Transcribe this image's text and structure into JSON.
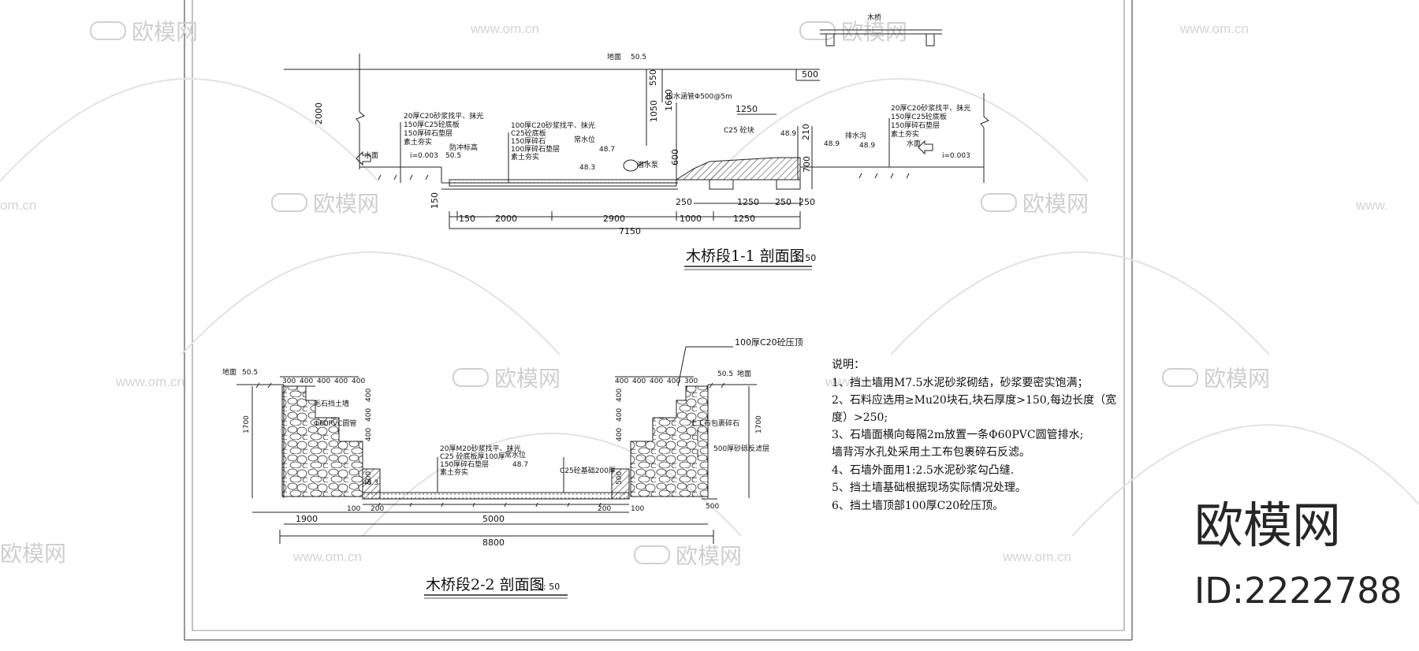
{
  "section1": {
    "title": "木桥段1-1 剖面图",
    "scale": "1: 50",
    "elevations": {
      "ground": "50.5",
      "left_road": "50.5",
      "bottom": "48.3",
      "waterline": "48.7",
      "right_top": "48.9",
      "right_road": "48.9",
      "right_bank": "48.9"
    },
    "labels": {
      "ground": "地面",
      "left_flow": "水面",
      "right_flow": "水面",
      "slope_left": "i=0.003",
      "slope_right": "i=0.003",
      "pipe": "出水涵管Φ500@5m",
      "c25": "C25 砼块",
      "waterlevel": "常水位",
      "drain": "排水沟",
      "guide": "防冲标高",
      "pump": "潜水泵",
      "left_notes": [
        "20厚C20砂浆找平、抹光",
        "150厚C25砼底板",
        "150厚碎石垫层",
        "素土夯实"
      ],
      "mid_notes": [
        "100厚C20砂浆找平、抹光",
        "C25砼底板",
        "150厚碎石",
        "100厚碎石垫层",
        "素土夯实"
      ],
      "right_notes": [
        "20厚C20砂浆找平、抹光",
        "150厚C25砼底板",
        "150厚碎石垫层",
        "素土夯实"
      ]
    },
    "dims": {
      "v2000": "2000",
      "v550": "550",
      "v1050": "1050",
      "v1600": "1600",
      "v600": "600",
      "v700": "700",
      "v210": "210",
      "v150": "150",
      "d500": "500",
      "d1250top": "1250",
      "b150": "150",
      "b2000": "2000",
      "b2900": "2900",
      "b1000": "1000",
      "b1250": "1250",
      "b250a": "250",
      "b1250m": "1250",
      "b250b": "250",
      "b250c": "250",
      "total": "7150"
    }
  },
  "section2": {
    "title": "木桥段2-2 剖面图",
    "scale": "1: 50",
    "elevations": {
      "left": "50.5",
      "right": "50.5",
      "bottom": "48.3",
      "water": "48.7"
    },
    "labels": {
      "ground_left": "地面",
      "ground_right": "地面",
      "cap": "100厚C20砼压顶",
      "stone_wall": "毛石挡土墙",
      "pvc": "Φ60PVC圆管",
      "geotex": "土工布包裹碎石",
      "filter": "500厚砂砾反滤层",
      "waterlevel": "常水位",
      "c25base": "C25砼基础200厚",
      "center_notes": [
        "20厚M20砂浆找平、抹光",
        "C25 砼底板厚100厚",
        "150厚碎石垫层",
        "素土夯实"
      ]
    },
    "dims": {
      "top_left": [
        "300",
        "400",
        "400",
        "400",
        "400"
      ],
      "top_right": [
        "400",
        "400",
        "400",
        "400",
        "300"
      ],
      "v400a": "400",
      "v400b": "400",
      "v400c": "400",
      "v500": "500",
      "v1700": "1700",
      "v400r1": "400",
      "v400r2": "400",
      "v400r3": "400",
      "v500r": "500",
      "v1700r": "1700",
      "b100l": "100",
      "b200l": "200",
      "b200r": "200",
      "b100r": "100",
      "d500r": "500",
      "b1900": "1900",
      "b5000": "5000",
      "total": "8800"
    }
  },
  "notes": {
    "title": "说明：",
    "items": [
      "1、挡土墙用M7.5水泥砂浆砌结，砂浆要密实饱满；",
      "2、石料应选用≥Mu20块石,块石厚度>150,每边长度（宽",
      "度）>250;",
      "3、石墙面横向每隔2m放置一条Φ60PVC圆管排水;",
      "   墙背泻水孔处采用土工布包裹碎石反滤。",
      "4、石墙外面用1:2.5水泥砂浆勾凸缝.",
      "5、挡土墙基础根据现场实际情况处理。",
      "6、挡土墙顶部100厚C20砼压顶。"
    ]
  },
  "top_detail_label": "木桥",
  "watermark": {
    "brand": "欧模网",
    "url": "www.om.cn",
    "url_short": "om.cn",
    "url_prefix": "www."
  },
  "brand_block": {
    "name": "欧模网",
    "id": "ID:2222788"
  }
}
